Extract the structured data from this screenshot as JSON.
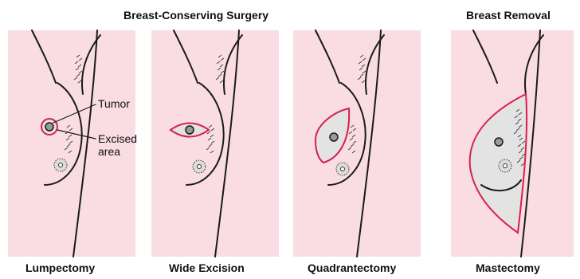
{
  "headers": {
    "conserving": "Breast-Conserving Surgery",
    "removal": "Breast Removal"
  },
  "callouts": {
    "tumor": "Tumor",
    "excised_line1": "Excised",
    "excised_line2": "area"
  },
  "captions": {
    "lumpectomy": "Lumpectomy",
    "wide_excision": "Wide Excision",
    "quadrantectomy": "Quadrantectomy",
    "mastectomy": "Mastectomy"
  },
  "colors": {
    "skin": "#f9dde3",
    "excision_outline": "#d81f4f",
    "excised_tissue": "#e3e3e3",
    "tumor": "#9a9a9a"
  }
}
